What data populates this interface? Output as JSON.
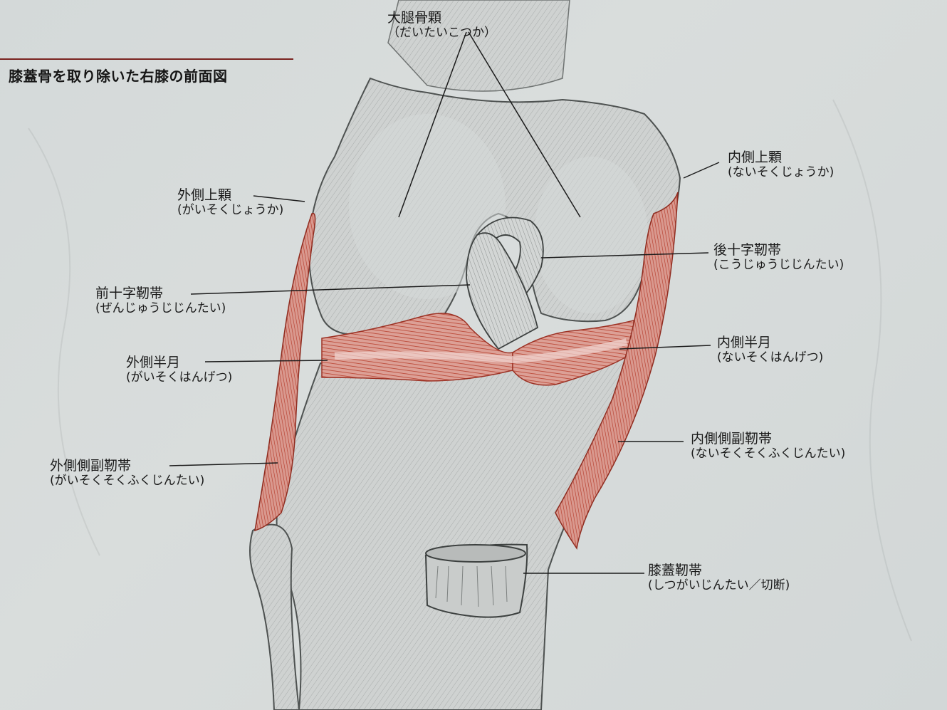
{
  "figure": {
    "title": "膝蓋骨を取り除いた右膝の前面図",
    "accent_color": "#c0493d",
    "bone_color": "#cfd2d1",
    "background_color": "#d6dbdb",
    "rule_color": "#7a2420"
  },
  "labels": {
    "femoral_condyle": {
      "term": "大腿骨顆",
      "reading": "（だいたいこつか）"
    },
    "lateral_epicondyle": {
      "term": "外側上顆",
      "reading": "(がいそくじょうか)"
    },
    "medial_epicondyle": {
      "term": "内側上顆",
      "reading": "(ないそくじょうか)"
    },
    "pcl": {
      "term": "後十字靭帯",
      "reading": "(こうじゅうじじんたい)"
    },
    "acl": {
      "term": "前十字靭帯",
      "reading": "(ぜんじゅうじじんたい)"
    },
    "lateral_meniscus": {
      "term": "外側半月",
      "reading": "(がいそくはんげつ)"
    },
    "medial_meniscus": {
      "term": "内側半月",
      "reading": "(ないそくはんげつ)"
    },
    "mcl": {
      "term": "内側側副靭帯",
      "reading": "(ないそくそくふくじんたい)"
    },
    "lcl": {
      "term": "外側側副靭帯",
      "reading": "(がいそくそくふくじんたい)"
    },
    "patellar_ligament": {
      "term": "膝蓋靭帯",
      "reading": "(しつがいじんたい／切断)"
    }
  }
}
